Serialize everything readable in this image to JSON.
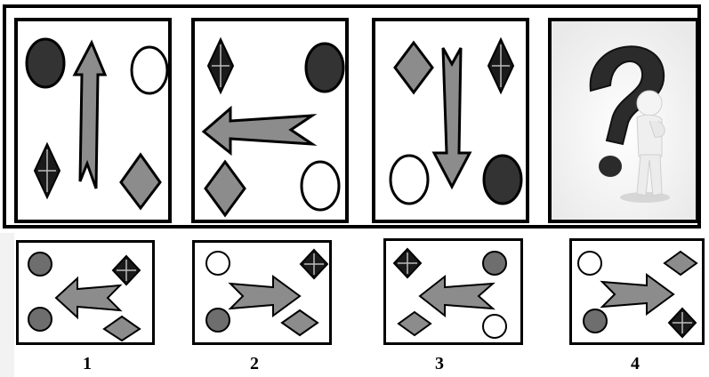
{
  "puzzle": {
    "options": [
      {
        "number": "1"
      },
      {
        "number": "2"
      },
      {
        "number": "3"
      },
      {
        "number": "4"
      }
    ],
    "colors": {
      "dark": "#333333",
      "gray": "#8c8c8c",
      "white": "#ffffff",
      "black": "#000000"
    },
    "icons": [
      "dark-circle-icon",
      "white-circle-icon",
      "gray-diamond-icon",
      "black-crossed-diamond-icon",
      "gray-arrow-icon",
      "question-mark-figure-icon"
    ]
  }
}
